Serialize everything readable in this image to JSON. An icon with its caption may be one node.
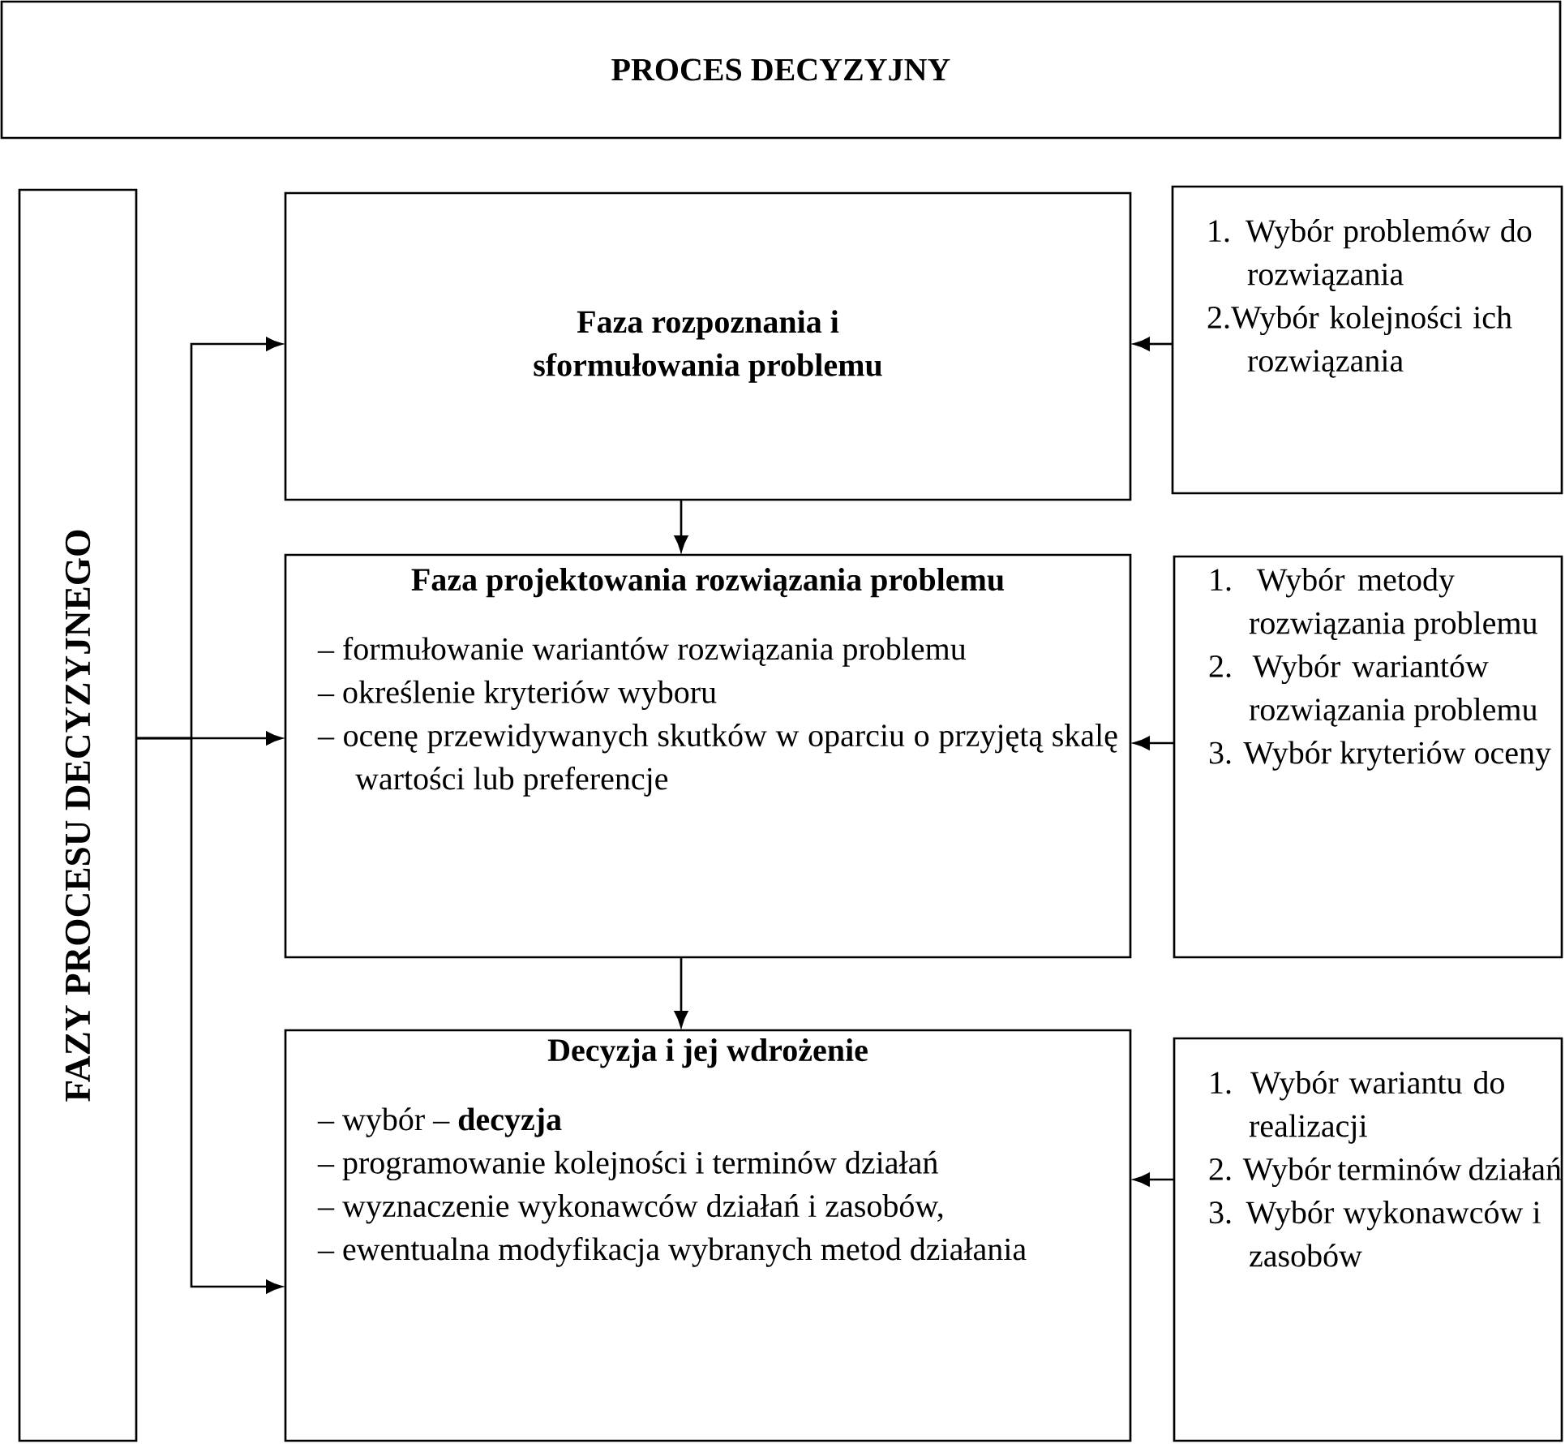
{
  "diagram": {
    "nodes": [
      {
        "text": [
          "PROCES DECYZYJNY"
        ]
      },
      {
        "text": [
          "FAZY PROCESU DECYZYJNEGO"
        ]
      },
      {
        "text": [
          "Faza rozpoznania i sformułowania problemu"
        ]
      },
      {
        "text": [
          "1. Wybór problemów do rozwiązania",
          "2.Wybór kolejności ich rozwiązania"
        ]
      },
      {
        "text": [
          "Faza projektowania rozwiązania problemu",
          "– formułowanie wariantów rozwiązania problemu",
          "– określenie kryteriów wyboru",
          "– ocenę przewidywanych skutków w oparciu o przyjętą skalę wartości lub preferencje"
        ]
      },
      {
        "text": [
          "1. Wybór metody rozwiązania problemu",
          "2. Wybór wariantów rozwiązania problemu",
          "3. Wybór kryteriów oceny"
        ]
      },
      {
        "text": [
          "Decyzja i jej wdrożenie",
          "– wybór – **decyzja**",
          "– programowanie kolejności i terminów działań",
          "– wyznaczenie wykonawców działań i zasobów,",
          "– ewentualna modyfikacja wybranych metod działania"
        ]
      },
      {
        "text": [
          "1. Wybór wariantu do realizacji",
          "2. Wybór terminów działań",
          "3. Wybór wykonawców i zasobów"
        ]
      }
    ],
    "edges": [
      {
        "from": 1,
        "to": 2,
        "arrow": "to"
      },
      {
        "from": 1,
        "to": 4,
        "arrow": "to"
      },
      {
        "from": 1,
        "to": 6,
        "arrow": "to"
      },
      {
        "from": 2,
        "to": 4,
        "arrow": "to"
      },
      {
        "from": 4,
        "to": 6,
        "arrow": "to"
      },
      {
        "from": 3,
        "to": 2,
        "arrow": "to"
      },
      {
        "from": 5,
        "to": 4,
        "arrow": "to"
      },
      {
        "from": 7,
        "to": 6,
        "arrow": "to"
      }
    ]
  }
}
